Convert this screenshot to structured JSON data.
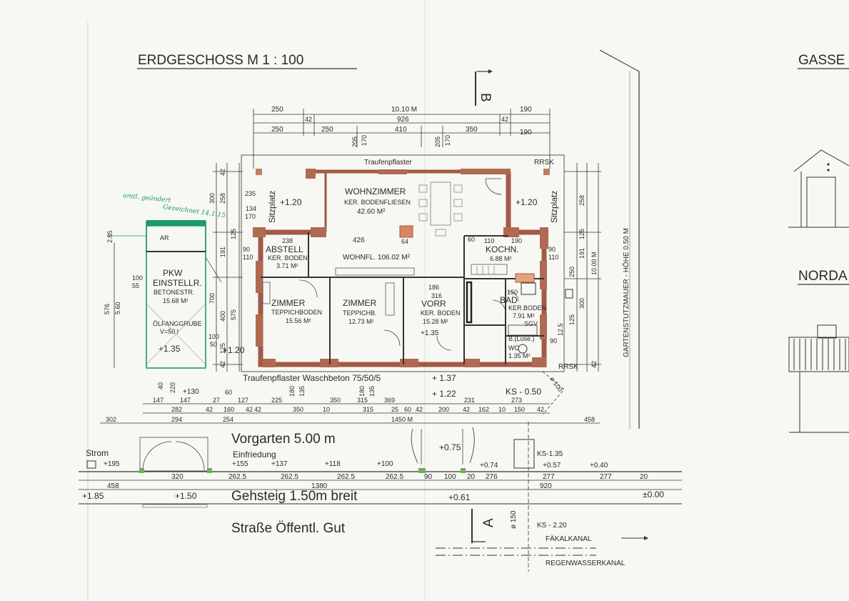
{
  "sheet": {
    "title": "ERDGESCHOSS   M   1 : 100",
    "side_title_top": "GASSE",
    "side_title_mid": "NORDA",
    "section_mark_b": "B",
    "section_mark_a": "A"
  },
  "dimensions": {
    "top_row1": [
      "250",
      "10.10 M",
      "190"
    ],
    "top_row2": [
      "42",
      "926",
      "42"
    ],
    "top_row3": [
      "250",
      "250",
      "410",
      "350",
      "190"
    ],
    "top_row4": [
      "205",
      "170",
      "205",
      "170"
    ],
    "left_col": [
      "300",
      "258",
      "42",
      "235",
      "134",
      "170",
      "125",
      "191",
      "110",
      "90",
      "700",
      "575",
      "400",
      "125",
      "42"
    ],
    "left_col2": [
      "576",
      "5.60"
    ],
    "right_col": [
      "258",
      "125",
      "250",
      "300",
      "125",
      "191",
      "110",
      "90"
    ],
    "right_col2": [
      "10.00 M",
      "42",
      "90",
      "12.5"
    ],
    "bottom_row1": [
      "147",
      "147",
      "27",
      "60",
      "127",
      "225",
      "180",
      "135",
      "350",
      "180",
      "315",
      "135",
      "369",
      "231",
      "273"
    ],
    "bottom_row2": [
      "282",
      "42",
      "160",
      "42",
      "42",
      "350",
      "10",
      "315",
      "25",
      "60",
      "42",
      "200",
      "42",
      "162",
      "10",
      "150",
      "42"
    ],
    "bottom_row3": [
      "302",
      "294",
      "254",
      "1450 M",
      "458"
    ],
    "garage_dims": [
      "220",
      "+130",
      "40",
      "100",
      "55",
      "2.85",
      "100",
      "50"
    ],
    "street_row": [
      "320",
      "262.5",
      "262.5",
      "262.5",
      "262.5",
      "90",
      "100",
      "20",
      "276",
      "277",
      "277",
      "20"
    ],
    "street_row2": [
      "458",
      "1380",
      "920"
    ]
  },
  "rooms": {
    "wohnzimmer": {
      "name": "WOHNZIMMER",
      "floor": "KER. BODENFLIESEN",
      "area": "42.60 M²"
    },
    "abstell": {
      "name": "ABSTELL",
      "floor": "KER. BODEN",
      "area": "3.71 M²"
    },
    "kuechen": {
      "name": "KOCHN.",
      "area": "6.88 M²"
    },
    "zimmer1": {
      "name": "ZIMMER",
      "floor": "TEPPICHBODEN",
      "area": "15.56 M²"
    },
    "zimmer2": {
      "name": "ZIMMER",
      "floor": "TEPPICHB.",
      "area": "12.73 M²"
    },
    "vorr": {
      "name": "VORR",
      "floor": "KER. BODEN",
      "area": "15.28 M²",
      "level": "+1.35"
    },
    "bad": {
      "name": "BAD",
      "floor": "KER.BODEN",
      "area": "7.91 M²"
    },
    "wc": {
      "name": "WC",
      "area": "1.35 M²"
    },
    "garage": {
      "name": "PKW",
      "name2": "EINSTELLR.",
      "floor": "BETONESTR.",
      "area": "15.68 M²",
      "pit": "ÖLFANGGRUBE",
      "pit_vol": "V=50 l",
      "level": "+1.35"
    },
    "ar": "AR"
  },
  "labels": {
    "traufen_top": "Traufenpflaster",
    "traufen_bottom": "Traufenpflaster   Waschbeton 75/50/5",
    "sitzplatz": "Sitzplatz",
    "level_120a": "+1.20",
    "level_120b": "+1.20",
    "level_120c": "+1.20",
    "wohnfl": "WOHNFL. 106.02 M²",
    "rrsk_top": "RRSK",
    "rrsk_bottom": "RRSK",
    "garten": "GARTENSTUTZMAUER - HÖHE 0.50 M",
    "ks050": "KS - 0.50",
    "ks135": "KS-1.35",
    "ks220": "KS - 2.20",
    "vorgarten": "Vorgarten   5.00 m",
    "einfriedung": "Einfriedung",
    "strom": "Strom",
    "gehsteig": "Gehsteig  1.50m  breit",
    "strasse": "Straße    Öffentl. Gut",
    "faekal": "FÄKALKANAL",
    "regen": "REGENWASSERKANAL",
    "chimney": "64",
    "w150": "150",
    "d150": "ø 150",
    "d100": "ø 100",
    "sgv": "SGV",
    "boiler": "B.(Luse.)",
    "dim426": "426",
    "dim238": "238",
    "dim186": "186",
    "dim316": "316",
    "dim190a": "190",
    "dim110": "110",
    "dim60": "60",
    "plus137": "+ 1.37",
    "plus122": "+ 1.22",
    "plus075": "+0.75"
  },
  "levels": {
    "street": [
      "+195",
      "+155",
      "+137",
      "+118",
      "+100",
      "+0.74",
      "+0.57",
      "+0.40"
    ],
    "road": [
      "+1.85",
      "+1.50",
      "+0.61",
      "±0.00"
    ]
  },
  "handwriting": {
    "note1": "amtl. geändert",
    "note2": "Gezeichnet 14.1.15"
  },
  "colors": {
    "wall": "#a25a46",
    "line": "#3a3a3a",
    "ink_green": "#1a9a6a",
    "paper": "#f7f7f3"
  }
}
